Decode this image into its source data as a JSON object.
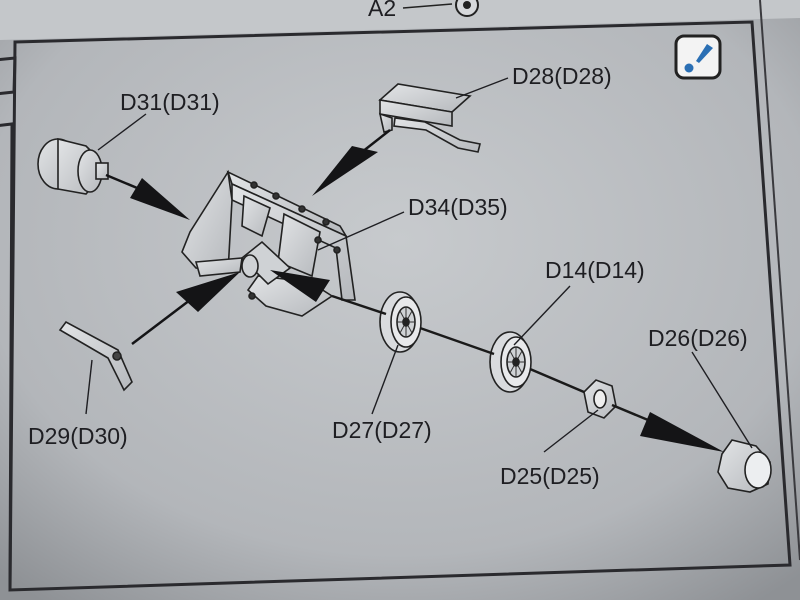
{
  "header": {
    "step_ref": "A2"
  },
  "notice": {
    "icon": "exclamation-icon",
    "color": "#2a6fb4"
  },
  "parts": [
    {
      "id": "D31",
      "label": "D31(D31)"
    },
    {
      "id": "D28",
      "label": "D28(D28)"
    },
    {
      "id": "D34",
      "label": "D34(D35)"
    },
    {
      "id": "D14",
      "label": "D14(D14)"
    },
    {
      "id": "D26",
      "label": "D26(D26)"
    },
    {
      "id": "D29",
      "label": "D29(D30)"
    },
    {
      "id": "D27",
      "label": "D27(D27)"
    },
    {
      "id": "D25",
      "label": "D25(D25)"
    }
  ],
  "colors": {
    "paper": "#b9bcc0",
    "ink": "#1e1e22",
    "arrow": "#141416"
  }
}
